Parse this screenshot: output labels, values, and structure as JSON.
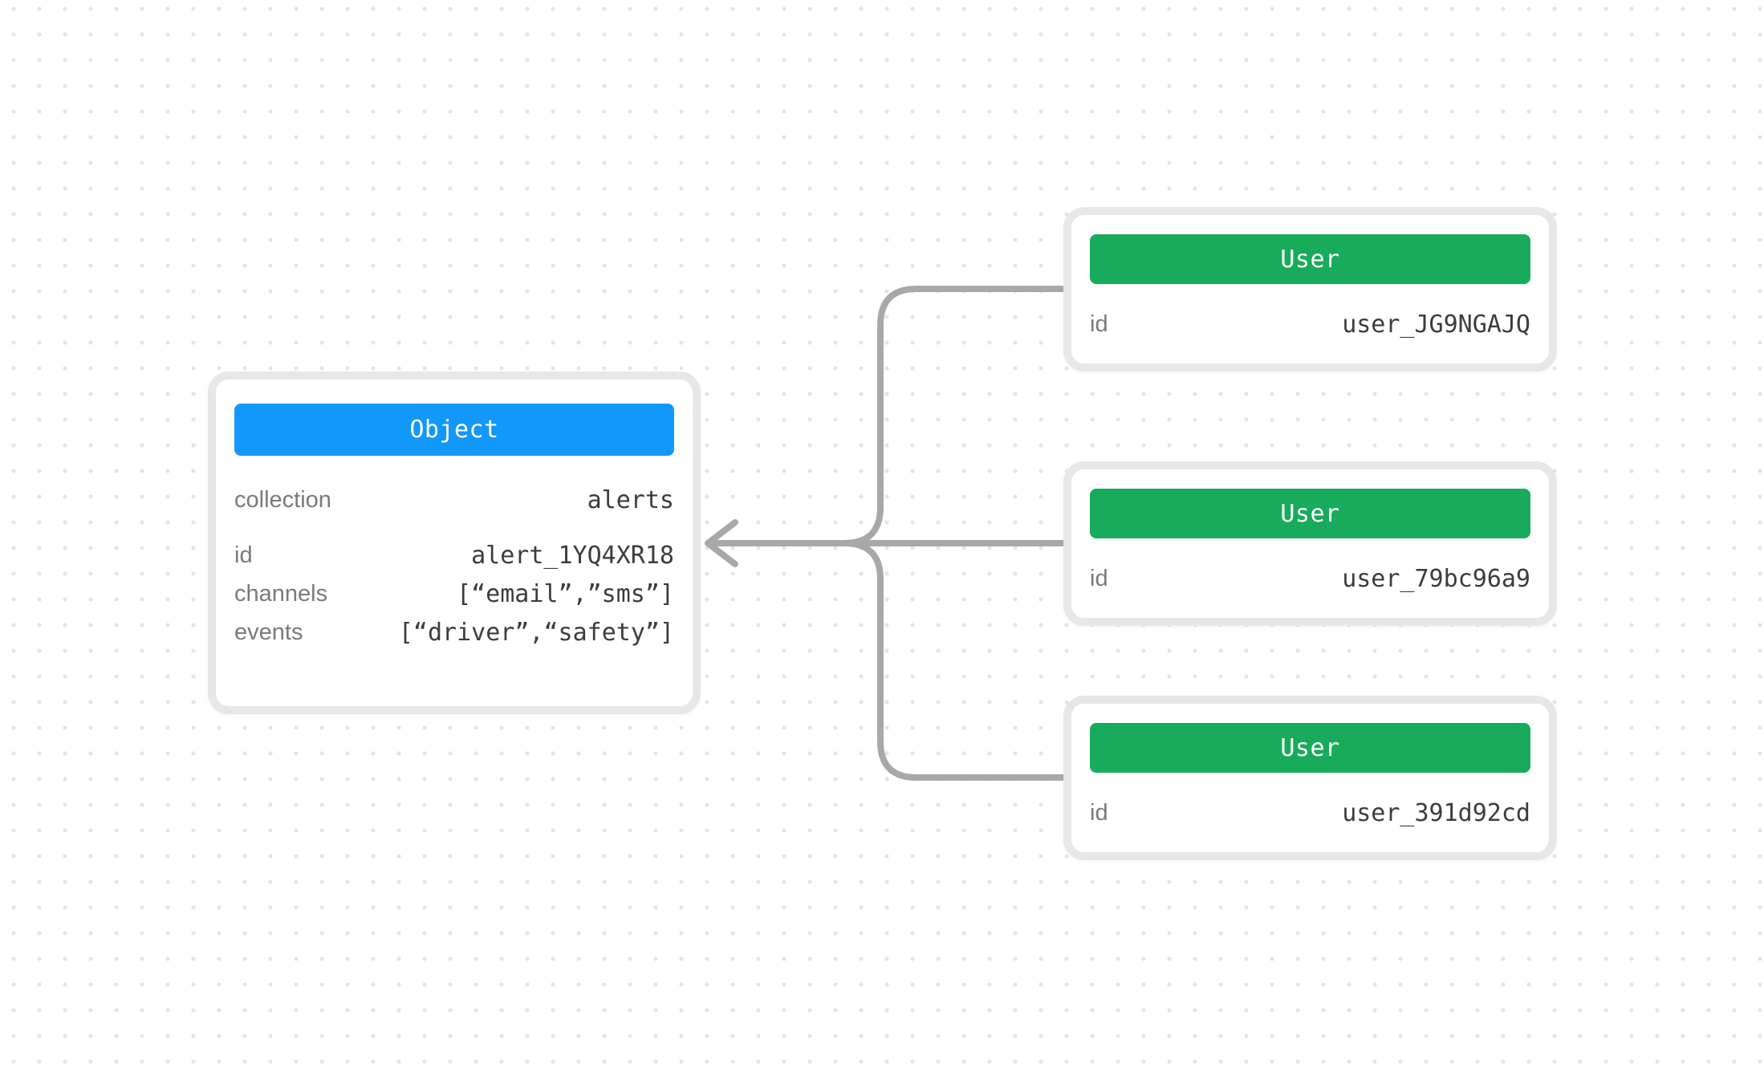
{
  "object_card": {
    "header_label": "Object",
    "collection_row": {
      "label": "collection",
      "value": "alerts"
    },
    "rows": [
      {
        "label": "id",
        "value": "alert_1YQ4XR18"
      },
      {
        "label": "channels",
        "value": "[“email”,”sms”]"
      },
      {
        "label": "events",
        "value": "[“driver”,“safety”]"
      }
    ]
  },
  "user_cards": [
    {
      "header_label": "User",
      "rows": [
        {
          "label": "id",
          "value": "user_JG9NGAJQ"
        }
      ]
    },
    {
      "header_label": "User",
      "rows": [
        {
          "label": "id",
          "value": "user_79bc96a9"
        }
      ]
    },
    {
      "header_label": "User",
      "rows": [
        {
          "label": "id",
          "value": "user_391d92cd"
        }
      ]
    }
  ],
  "colors": {
    "object_header": "#1297fb",
    "user_header": "#18ab5b",
    "connector": "#a8a8a8",
    "card_border": "#e7e7e7",
    "label_text": "#7a7a7a",
    "value_text": "#3a3d40",
    "grid_dot": "#e4e4e4"
  }
}
